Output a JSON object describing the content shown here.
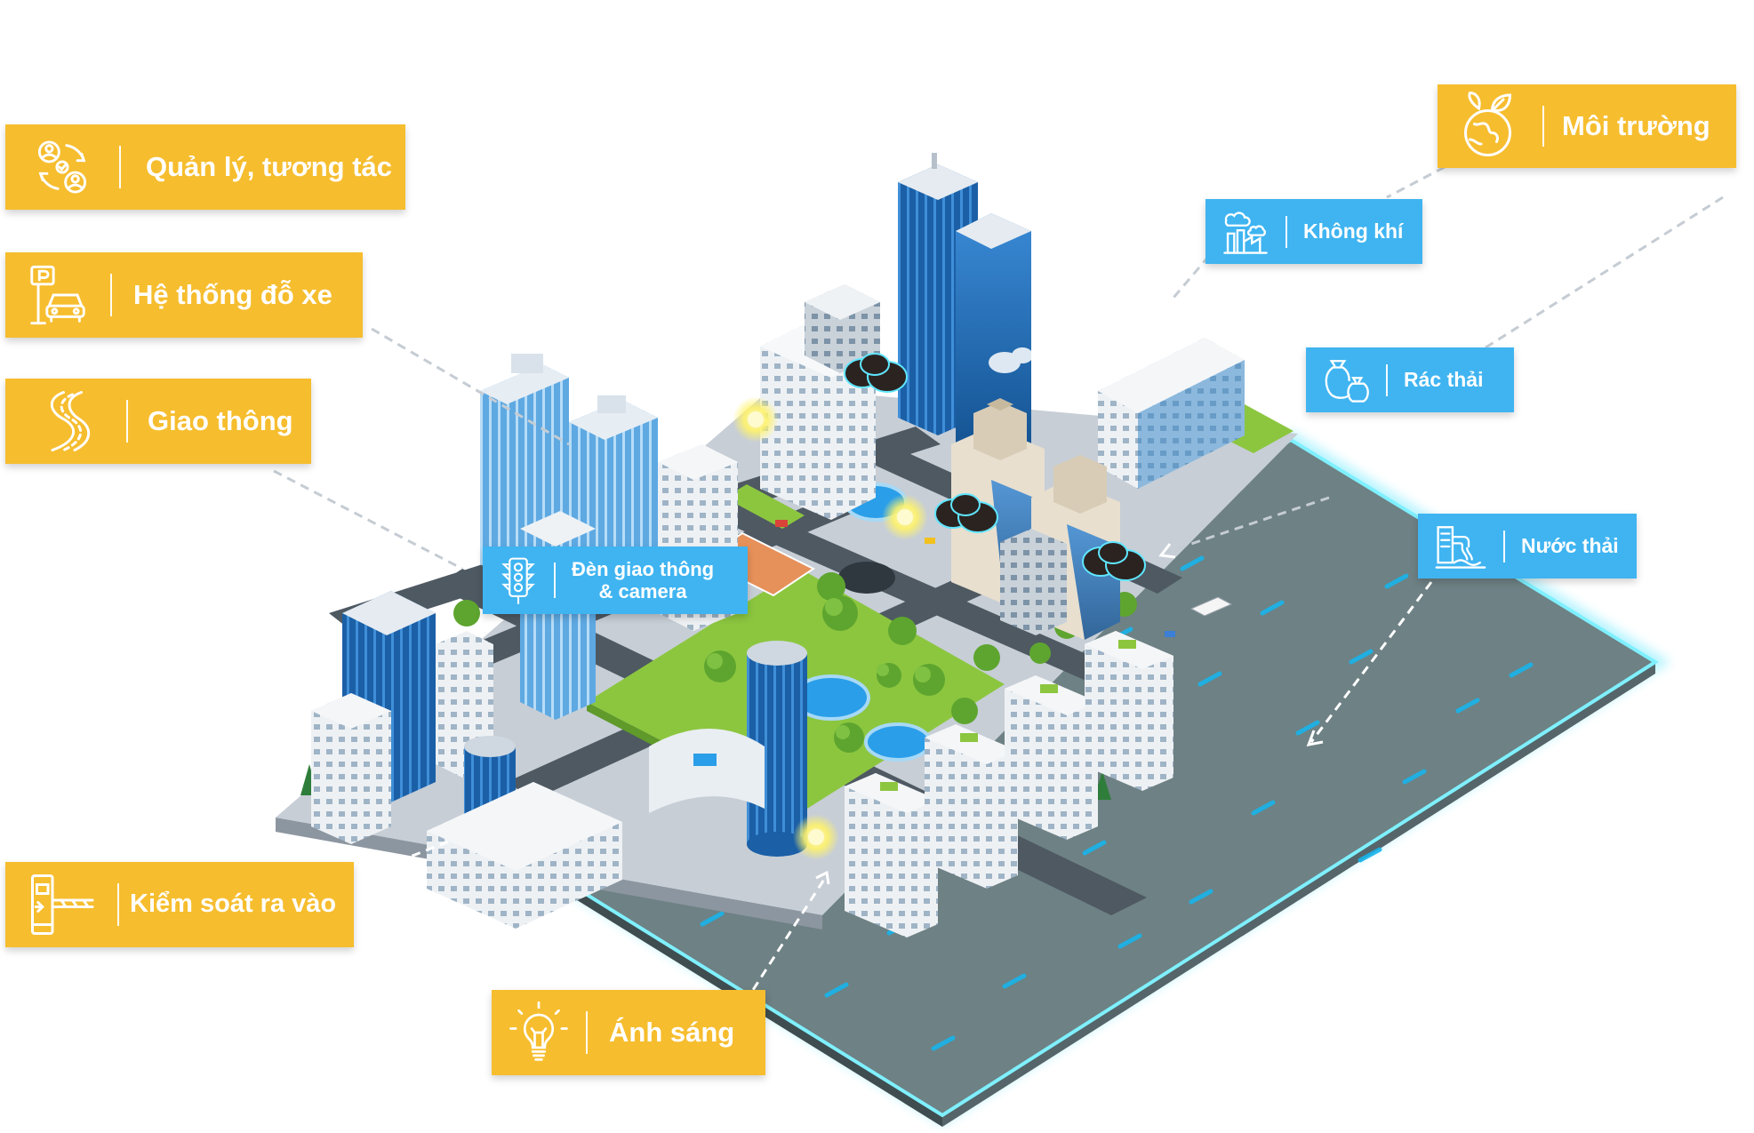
{
  "diagram": {
    "left_labels": [
      {
        "id": "management",
        "text": "Quản lý, tương tác",
        "icon": "management-interaction-icon"
      },
      {
        "id": "parking",
        "text": "Hệ thống đỗ xe",
        "icon": "parking-car-icon"
      },
      {
        "id": "traffic",
        "text": "Giao thông",
        "icon": "road-icon"
      },
      {
        "id": "access",
        "text": "Kiểm soát ra vào",
        "icon": "barrier-gate-icon"
      }
    ],
    "bottom_label": {
      "id": "lighting",
      "text": "Ánh sáng",
      "icon": "lightbulb-icon"
    },
    "environment_label": {
      "id": "environment",
      "text": "Môi trường",
      "icon": "eco-globe-icon"
    },
    "environment_items": [
      {
        "id": "air",
        "text": "Không khí",
        "icon": "factory-smoke-icon"
      },
      {
        "id": "waste",
        "text": "Rác thải",
        "icon": "garbage-bag-icon"
      },
      {
        "id": "wastewater",
        "text": "Nước thải",
        "icon": "wastewater-pipe-icon"
      }
    ],
    "center_label": {
      "id": "traffic-light",
      "line1": "Đèn giao thông",
      "line2": "& camera",
      "icon": "traffic-light-icon"
    },
    "colors": {
      "label_yellow": "#f6bd2e",
      "label_blue": "#3fb4f1",
      "water": "#6e8184",
      "water_glow": "#5fe6ff",
      "grass": "#8cc63f",
      "road": "#4e5962",
      "glass": "#1f6fb5"
    }
  }
}
